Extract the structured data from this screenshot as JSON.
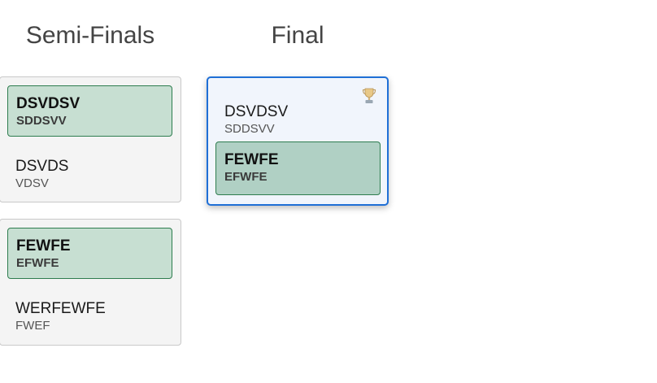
{
  "rounds": {
    "semis_title": "Semi-Finals",
    "final_title": "Final"
  },
  "semis": [
    {
      "top": {
        "name": "DSVDSV",
        "sub": "SDDSVV",
        "winner": true
      },
      "bottom": {
        "name": "DSVDS",
        "sub": "VDSV",
        "winner": false
      }
    },
    {
      "top": {
        "name": "FEWFE",
        "sub": "EFWFE",
        "winner": true
      },
      "bottom": {
        "name": "WERFEWFE",
        "sub": "FWEF",
        "winner": false
      }
    }
  ],
  "final": {
    "top": {
      "name": "DSVDSV",
      "sub": "SDDSVV",
      "winner": false
    },
    "bottom": {
      "name": "FEWFE",
      "sub": "EFWFE",
      "winner": true
    },
    "icon": "trophy-icon"
  },
  "colors": {
    "winner_bg": "#c7dfd2",
    "winner_border": "#2e7d4f",
    "final_border": "#1f6fd6",
    "final_bg": "#f1f5fc",
    "trophy": "#e8c887"
  }
}
